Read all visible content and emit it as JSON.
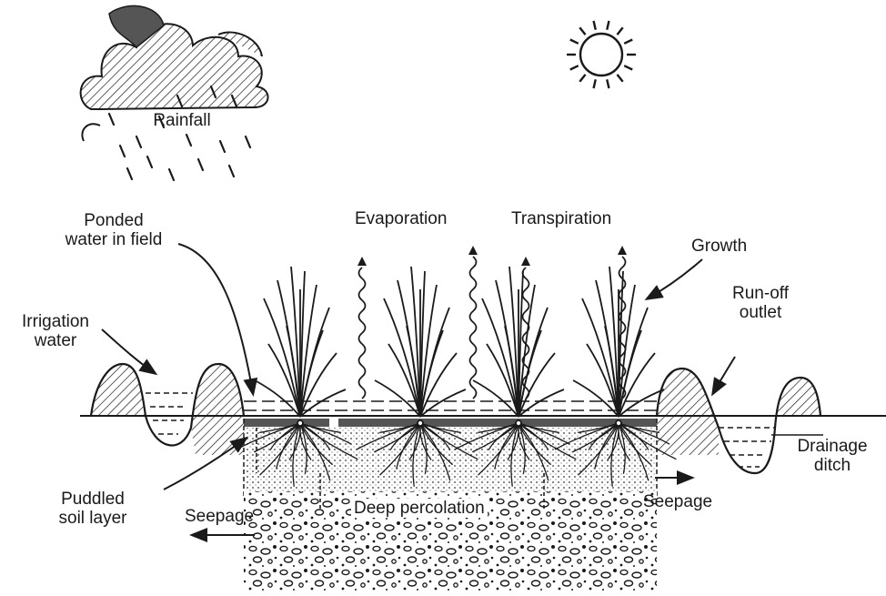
{
  "labels": {
    "rainfall": "Rainfall",
    "ponded_line1": "Ponded",
    "ponded_line2": "water in field",
    "evaporation": "Evaporation",
    "transpiration": "Transpiration",
    "growth": "Growth",
    "runoff_line1": "Run-off",
    "runoff_line2": "outlet",
    "irrigation_line1": "Irrigation",
    "irrigation_line2": "water",
    "drainage_line1": "Drainage",
    "drainage_line2": "ditch",
    "puddled_line1": "Puddled",
    "puddled_line2": "soil layer",
    "seepage_left": "Seepage",
    "deep_percolation": "Deep percolation",
    "seepage_right": "Seepage"
  },
  "colors": {
    "ink": "#1a1a1a",
    "background": "#ffffff",
    "soil_band": "#555555"
  }
}
